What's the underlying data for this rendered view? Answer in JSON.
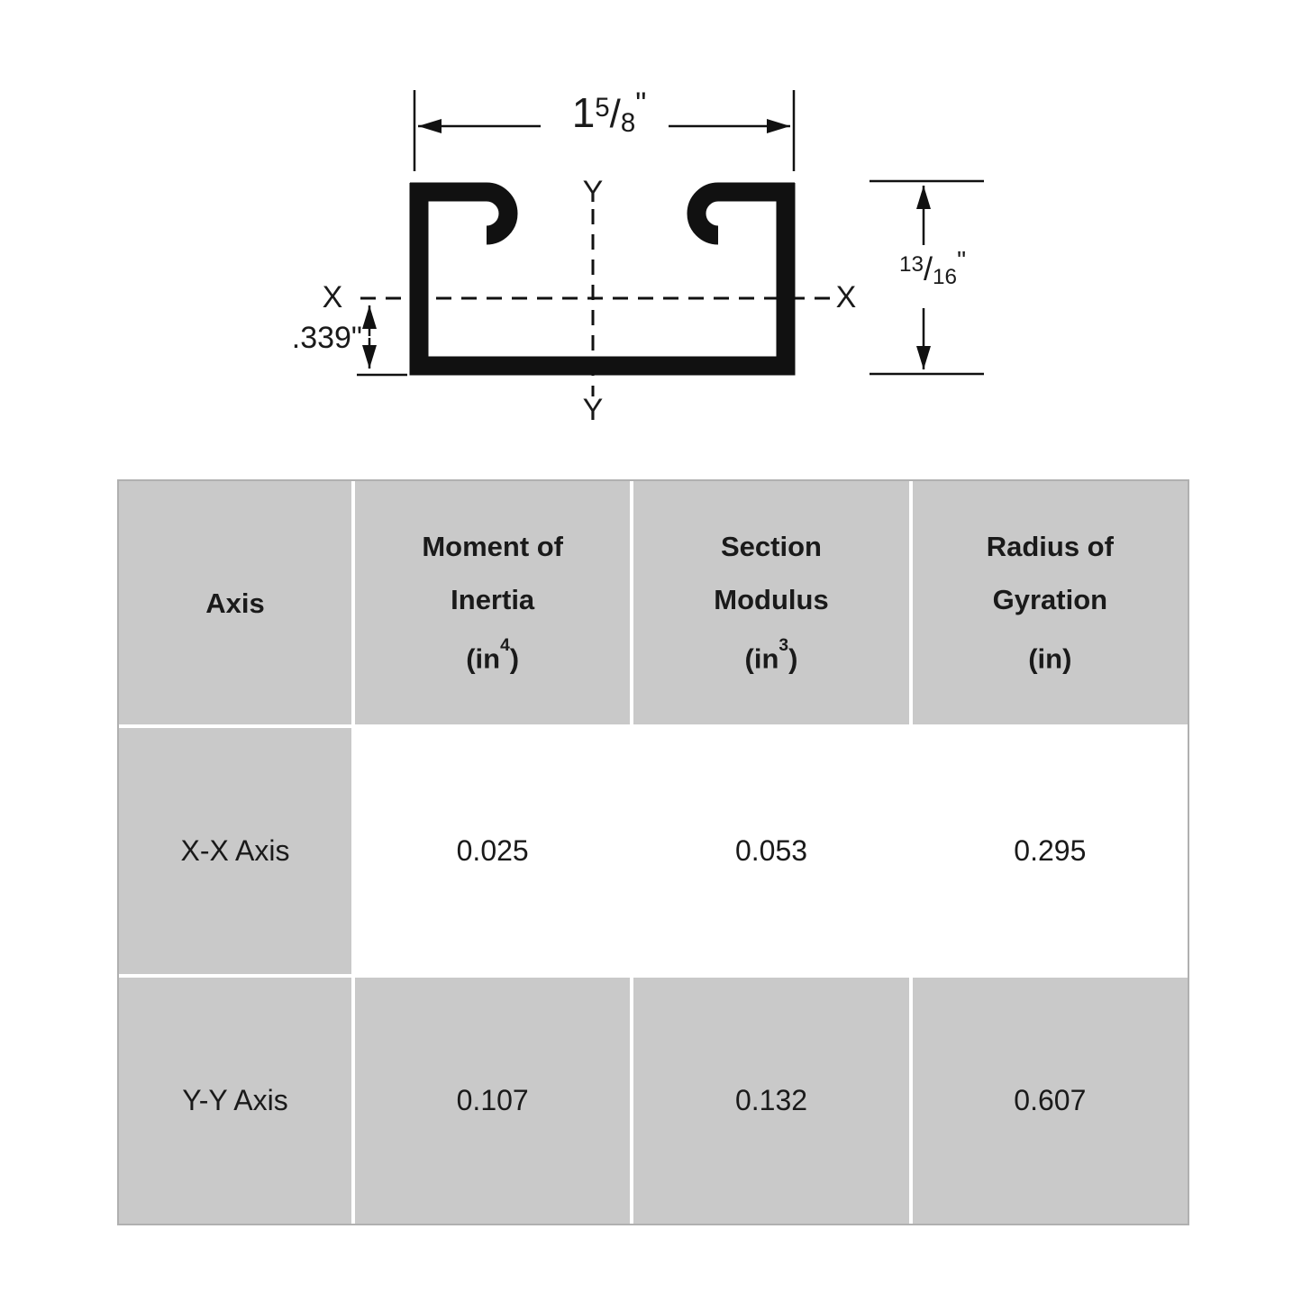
{
  "page": {
    "background": "#ffffff"
  },
  "diagram": {
    "width_dim": {
      "whole": "1",
      "numerator": "5",
      "slash": "/",
      "denominator": "8",
      "unit": "\""
    },
    "height_dim": {
      "numerator": "13",
      "slash": "/",
      "denominator": "16",
      "unit": "\""
    },
    "offset_dim": ".339\"",
    "axis_x_left": "X",
    "axis_x_right": "X",
    "axis_y_top": "Y",
    "axis_y_bottom": "Y"
  },
  "table": {
    "axis_header": "Axis",
    "headers": [
      {
        "line1": "Moment of",
        "line2": "Inertia",
        "unit_open": "(in",
        "unit_sup": "4",
        "unit_close": ")"
      },
      {
        "line1": "Section",
        "line2": "Modulus",
        "unit_open": "(in",
        "unit_sup": "3",
        "unit_close": ")"
      },
      {
        "line1": "Radius of",
        "line2": "Gyration",
        "unit_open": "(in",
        "unit_sup": "",
        "unit_close": ")"
      }
    ],
    "rows": [
      {
        "axis": "X-X Axis",
        "moment_of_inertia": "0.025",
        "section_modulus": "0.053",
        "radius_of_gyration": "0.295"
      },
      {
        "axis": "Y-Y Axis",
        "moment_of_inertia": "0.107",
        "section_modulus": "0.132",
        "radius_of_gyration": "0.607"
      }
    ],
    "colors": {
      "cell_gray": "#c9c9c9",
      "grid_white": "#ffffff",
      "outer_border": "#b0b0b0",
      "text": "#1a1a1a"
    }
  }
}
